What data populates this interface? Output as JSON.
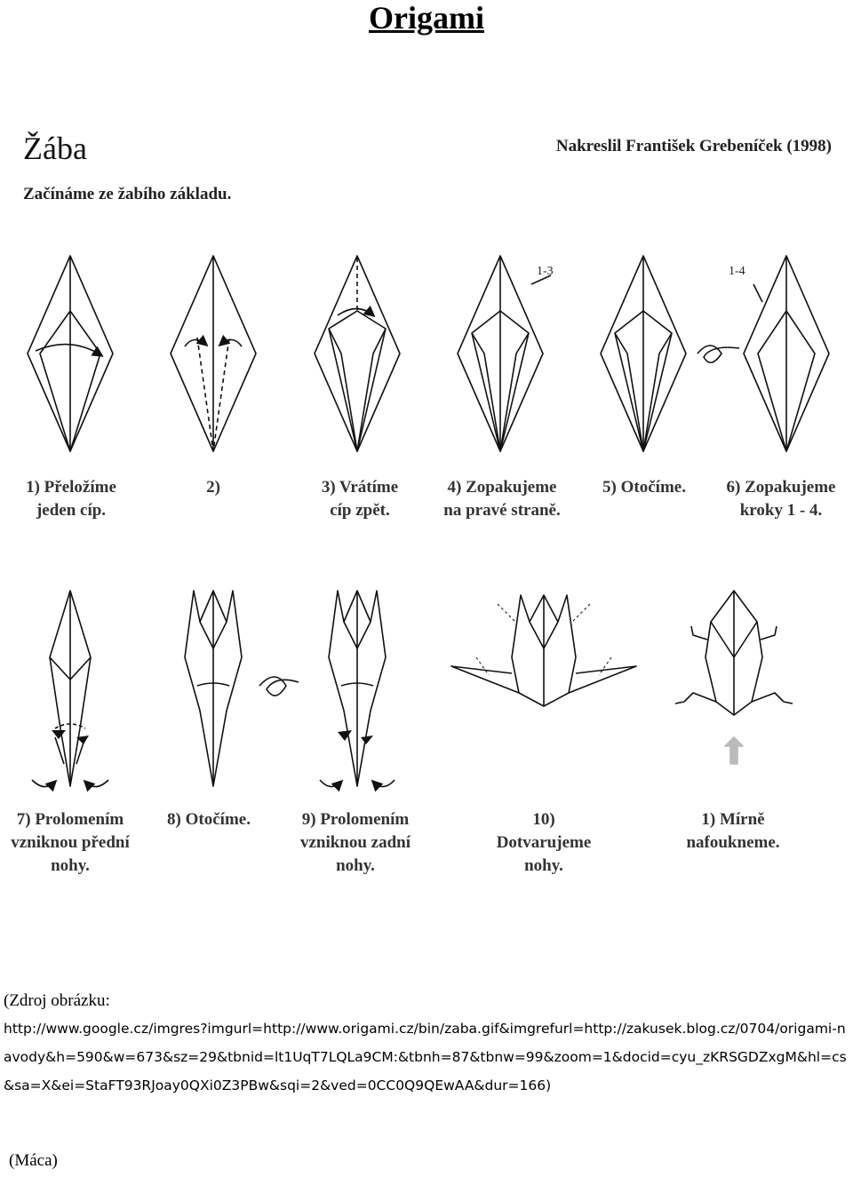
{
  "page_title": "Origami",
  "diagram": {
    "heading": "Žába",
    "author": "Nakreslil František Grebeníček (1998)",
    "intro": "Začínáme ze žabího základu.",
    "step_refs": [
      "1-3",
      "1-4"
    ],
    "row1_captions": [
      "1) Přeložíme\njeden cíp.",
      "2)",
      "3) Vrátíme\ncíp zpět.",
      "4) Zopakujeme\nna pravé straně.",
      "5) Otočíme.",
      "6) Zopakujeme\nkroky 1 - 4."
    ],
    "row2_captions": [
      "7) Prolomením\nvzniknou přední\nnohy.",
      "8) Otočíme.",
      "9) Prolomením\nvzniknou zadní\nnohy.",
      "10)\nDotvarujeme\nnohy.",
      "1) Mírně\nnafoukneme."
    ]
  },
  "source": {
    "label": "(Zdroj obrázku:",
    "url": "http://www.google.cz/imgres?imgurl=http://www.origami.cz/bin/zaba.gif&imgrefurl=http://zakusek.blog.cz/0704/origami-navody&h=590&w=673&sz=29&tbnid=lt1UqT7LQLa9CM:&tbnh=87&tbnw=99&zoom=1&docid=cyu_zKRSGDZxgM&hl=cs&sa=X&ei=StaFT93RJoay0QXi0Z3PBw&sqi=2&ved=0CC0Q9QEwAA&dur=166)"
  },
  "author_note": "(Máca)"
}
